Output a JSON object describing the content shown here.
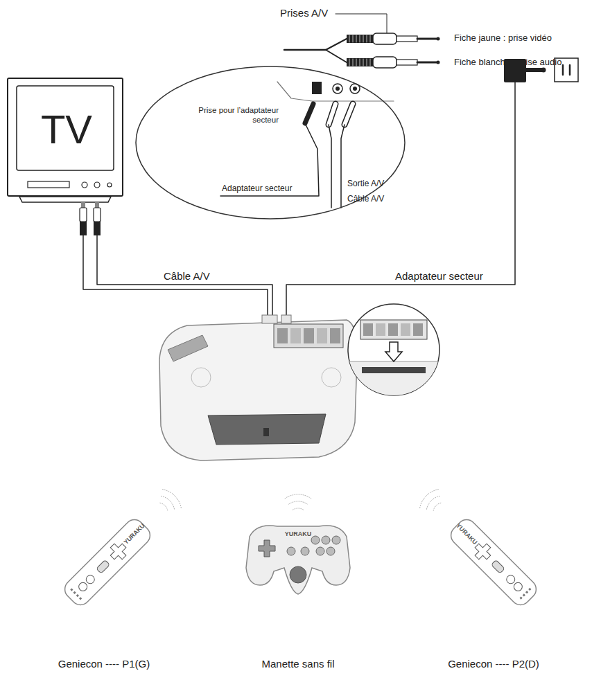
{
  "diagram": {
    "nodes": [
      {
        "text": [
          "TV"
        ]
      },
      {
        "text": [
          "Prise pour l’adaptateur secteur",
          "Adaptateur secteur",
          "Sortie A/V",
          "Câble A/V"
        ]
      }
    ],
    "labels": [
      "Prises A/V",
      "Fiche jaune : prise vidéo",
      "Fiche blanche : prise audio",
      "Câble A/V",
      "Adaptateur secteur",
      "Geniecon ---- P1(G)",
      "Manette sans fil",
      "Geniecon ---- P2(D)",
      "YURAKU",
      "YURAKU",
      "YURAKU"
    ]
  }
}
